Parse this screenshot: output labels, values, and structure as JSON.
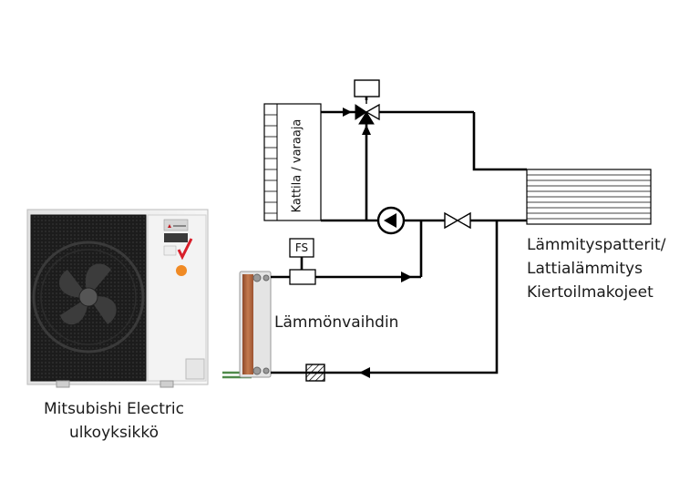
{
  "labels": {
    "outdoor_unit_line1": "Mitsubishi Electric",
    "outdoor_unit_line2": "ulkoyksikkö",
    "heat_exchanger": "Lämmönvaihdin",
    "emitters_line1": "Lämmityspatterit/",
    "emitters_line2": "Lattialämmitys",
    "emitters_line3": "Kiertoilmakojeet",
    "boiler": "Kattila / varaaja",
    "flow_switch": "FS"
  },
  "colors": {
    "pipe": "#000000",
    "hx_plate": "#b3643c",
    "unit_body": "#e8e8e8",
    "unit_grille": "#1c1c1c",
    "badge_red": "#d81e2a",
    "badge_orange": "#f08a24",
    "pipe_green": "#4f8a4a"
  },
  "icons": {
    "pump": "circulation-pump-icon",
    "three_way_valve": "three-way-valve-icon",
    "two_way_valve": "two-way-valve-icon",
    "strainer": "strainer-icon",
    "flow_switch": "flow-switch-icon"
  }
}
